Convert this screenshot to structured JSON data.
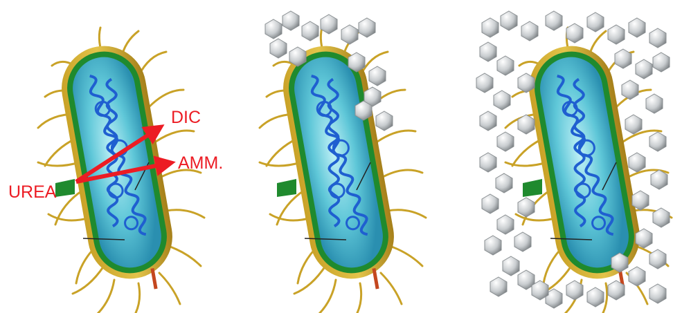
{
  "figure": {
    "panels": [
      {
        "name": "bacterium",
        "calcite_crystals": "none"
      },
      {
        "name": "bacterium-partially-encrusted",
        "calcite_crystals": "partial"
      },
      {
        "name": "bacterium-fully-encrusted",
        "calcite_crystals": "dense"
      }
    ],
    "labels": {
      "urea": "UREA",
      "dic": "DIC",
      "amm": "AMM."
    },
    "colors": {
      "arrow": "#ec1c24",
      "membrane": "#1f8a2e",
      "cytoplasm": "#5fc7d8",
      "dna": "#1f5fd0",
      "flagella": "#c9a227",
      "crystal": "#c8cccf"
    }
  }
}
